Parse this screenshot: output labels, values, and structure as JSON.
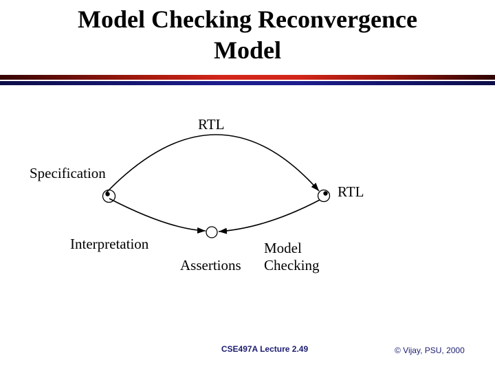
{
  "slide": {
    "title": {
      "line1": "Model Checking Reconvergence",
      "line2": "Model"
    },
    "diagram": {
      "labels": {
        "rtl_top": "RTL",
        "specification": "Specification",
        "rtl_right": "RTL",
        "interpretation": "Interpretation",
        "assertions": "Assertions",
        "model_checking_line1": "Model",
        "model_checking_line2": "Checking"
      }
    },
    "footer": {
      "lecture": "CSE497A Lecture 2.49",
      "copyright": "© Vijay, PSU, 2000"
    }
  },
  "colors": {
    "title_text": "#000000",
    "diagram_text": "#000000",
    "footer_text": "#1c1c70",
    "divider_red_dark": "#350505",
    "divider_red_bright": "#d3261a",
    "divider_blue_dark": "#0d0d48",
    "divider_blue_bright": "#1d1d8e",
    "background": "#ffffff"
  }
}
